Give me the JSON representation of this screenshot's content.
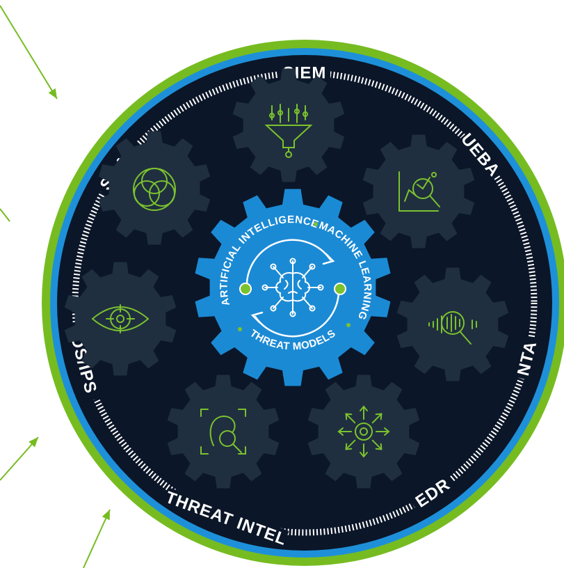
{
  "colors": {
    "background": "#ffffff",
    "outer_ring": "#76bc21",
    "inner_ring": "#1e90d9",
    "disc": "#0b1628",
    "gear": "#1f2f3f",
    "gear_center": "#1b8ad4",
    "icon_stroke": "#7cc22e",
    "text": "#ffffff",
    "arrow": "#76bc21"
  },
  "ring_labels": [
    "SIEM",
    "UEBA",
    "NTA",
    "EDR",
    "THREAT INTEL",
    "IDS/IPS",
    "SOAR"
  ],
  "core_labels": {
    "arc_left": "ARTIFICIAL INTELLIGENCE",
    "arc_right": "MACHINE LEARNING",
    "arc_bottom": "THREAT MODELS"
  },
  "gear_icons": [
    "data-funnel-icon",
    "analytics-magnifier-icon",
    "audio-waveform-magnifier-icon",
    "network-target-icon",
    "face-scan-icon",
    "eye-target-icon",
    "venn-diagram-icon"
  ],
  "center_icon": "brain-cycle-icon"
}
